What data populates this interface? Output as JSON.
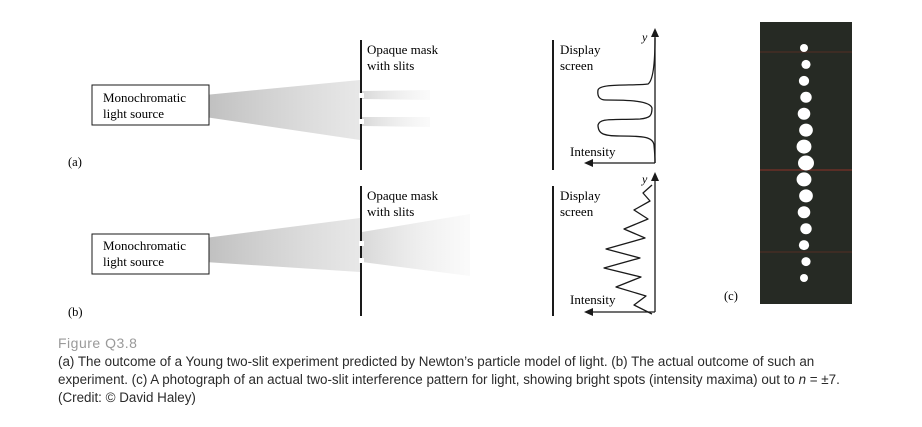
{
  "panels": [
    {
      "label": "(a)",
      "source_label_line1": "Monochromatic",
      "source_label_line2": "light source",
      "mask_label_line1": "Opaque mask",
      "mask_label_line2": "with slits",
      "screen_label_line1": "Display",
      "screen_label_line2": "screen",
      "axis_y_label": "y",
      "axis_x_label": "Intensity"
    },
    {
      "label": "(b)",
      "source_label_line1": "Monochromatic",
      "source_label_line2": "light source",
      "mask_label_line1": "Opaque mask",
      "mask_label_line2": "with slits",
      "screen_label_line1": "Display",
      "screen_label_line2": "screen",
      "axis_y_label": "y",
      "axis_x_label": "Intensity"
    }
  ],
  "photo_label": "(c)",
  "caption": {
    "figure_label": "Figure Q3.8",
    "text_part1": "(a) The outcome of a Young two-slit experiment predicted by Newton’s particle model of light. (b) The actual outcome of such an experiment. (c) A photograph of an actual two-slit interference pattern for light, showing bright spots (intensity maxima) out to ",
    "n_symbol": "n",
    "text_part2": " = ±7. (Credit: © David Haley)"
  },
  "colors": {
    "ink": "#1a1a1a",
    "photo_background": "#262a24",
    "photo_red_line": "#c0392b",
    "caption_label": "#9a9a9a"
  }
}
